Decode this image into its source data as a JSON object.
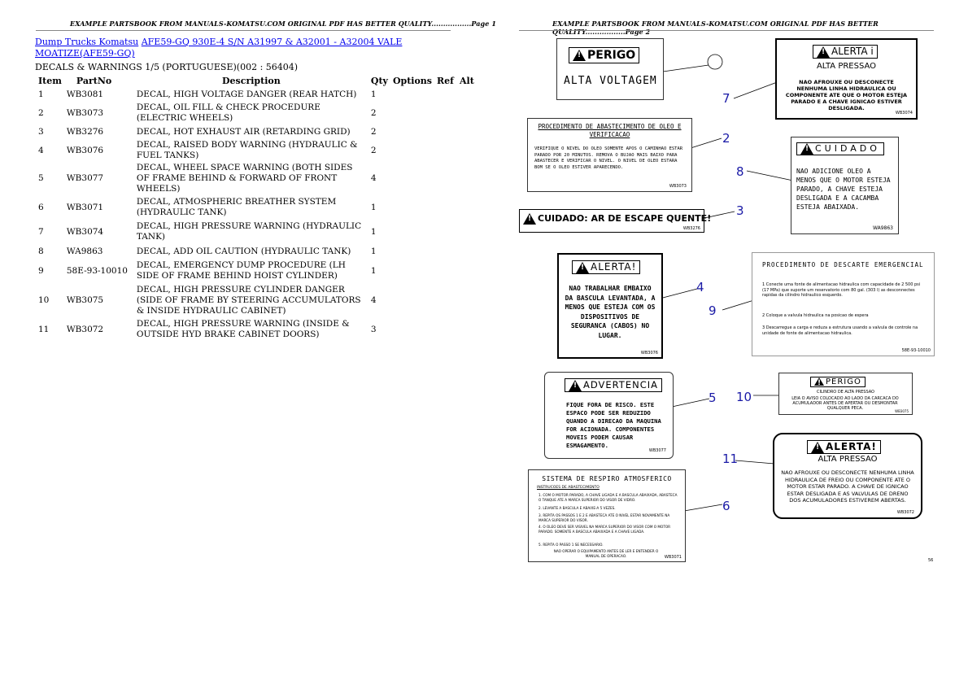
{
  "header_left": "EXAMPLE PARTSBOOK FROM MANUALS-KOMATSU.COM ORIGINAL PDF HAS BETTER QUALITY.................Page 1",
  "header_right": "EXAMPLE PARTSBOOK FROM MANUALS-KOMATSU.COM ORIGINAL PDF HAS BETTER QUALITY.................Page 2",
  "breadcrumb": {
    "link1": "Dump Trucks Komatsu",
    "link2": "AFE59-GQ 930E-4 S/N A31997 & A32001 - A32004 VALE MOATIZE(AFE59-GQ)"
  },
  "section_title": "DECALS & WARNINGS 1/5 (PORTUGUESE)(002 : 56404)",
  "table": {
    "headers": {
      "item": "Item",
      "part": "PartNo",
      "desc": "Description",
      "qty": "Qty",
      "opt": "Options",
      "ref": "Ref",
      "alt": "Alt"
    },
    "rows": [
      {
        "item": "1",
        "part": "WB3081",
        "desc": "DECAL, HIGH VOLTAGE DANGER (REAR HATCH)",
        "qty": "1"
      },
      {
        "item": "2",
        "part": "WB3073",
        "desc": "DECAL, OIL FILL & CHECK PROCEDURE (ELECTRIC WHEELS)",
        "qty": "2"
      },
      {
        "item": "3",
        "part": "WB3276",
        "desc": "DECAL, HOT EXHAUST AIR (RETARDING GRID)",
        "qty": "2"
      },
      {
        "item": "4",
        "part": "WB3076",
        "desc": "DECAL, RAISED BODY WARNING (HYDRAULIC & FUEL TANKS)",
        "qty": "2"
      },
      {
        "item": "5",
        "part": "WB3077",
        "desc": "DECAL, WHEEL SPACE WARNING (BOTH SIDES OF FRAME BEHIND & FORWARD OF FRONT WHEELS)",
        "qty": "4"
      },
      {
        "item": "6",
        "part": "WB3071",
        "desc": "DECAL, ATMOSPHERIC BREATHER SYSTEM (HYDRAULIC TANK)",
        "qty": "1"
      },
      {
        "item": "7",
        "part": "WB3074",
        "desc": "DECAL, HIGH PRESSURE WARNING (HYDRAULIC TANK)",
        "qty": "1"
      },
      {
        "item": "8",
        "part": "WA9863",
        "desc": "DECAL, ADD OIL CAUTION (HYDRAULIC TANK)",
        "qty": "1"
      },
      {
        "item": "9",
        "part": "58E-93-10010",
        "desc": "DECAL, EMERGENCY DUMP PROCEDURE (LH SIDE OF FRAME BEHIND HOIST CYLINDER)",
        "qty": "1"
      },
      {
        "item": "10",
        "part": "WB3075",
        "desc": "DECAL, HIGH PRESSURE CYLINDER DANGER (SIDE OF FRAME BY STEERING ACCUMULATORS & INSIDE HYDRAULIC CABINET)",
        "qty": "4"
      },
      {
        "item": "11",
        "part": "WB3072",
        "desc": "DECAL, HIGH PRESSURE WARNING (INSIDE & OUTSIDE HYD BRAKE CABINET DOORS)",
        "qty": "3"
      }
    ]
  },
  "drawing": {
    "d1": {
      "head": "PERIGO",
      "body": "ALTA VOLTAGEM"
    },
    "d7": {
      "head": "ALERTA",
      "sub": "ALTA PRESSAO",
      "body": "NAO AFROUXE OU DESCONECTE NENHUMA LINHA HIDRAULICA OU COMPONENTE ATE QUE O MOTOR ESTEJA PARADO E A CHAVE IGNICAO ESTIVER DESLIGADA.",
      "code": "WB3074"
    },
    "d2": {
      "head": "PROCEDIMENTO DE ABASTECIMENTO DE OLEO E VERIFICACAO",
      "body": "VERIFIQUE O NIVEL DO OLEO SOMENTE APOS O CAMINHAO ESTAR PARADO POR 20 MINUTOS. REMOVA O BUJAO MAIS BAIXO PARA ABASTECER E VERIFICAR O NIVEL. O NIVEL DE OLEO ESTARA BOM SE O OLEO ESTIVER APARECENDO.",
      "code": "WB3073"
    },
    "d8": {
      "head": "CUIDADO",
      "body": "NAO ADICIONE OLEO A MENOS QUE O MOTOR ESTEJA PARADO, A CHAVE ESTEJA DESLIGADA E A CACAMBA ESTEJA ABAIXADA.",
      "code": "WA9863"
    },
    "d3": {
      "head": "CUIDADO: AR DE ESCAPE QUENTE!",
      "code": "WB3276"
    },
    "d4": {
      "head": "ALERTA",
      "body": "NAO TRABALHAR EMBAIXO DA BASCULA LEVANTADA, A MENOS QUE ESTEJA COM OS DISPOSITIVOS DE SEGURANCA (CABOS) NO LUGAR.",
      "code": "WB3076"
    },
    "d9": {
      "head": "PROCEDIMENTO DE DESCARTE EMERGENCIAL",
      "step1": "1  Conecte uma fonte de alimentacao hidraulica com capacidade de 2 500 psi (17 MPa) que suporte um reservatorio com 80 gal. (303 l) as desconnectes rapidas da cilindro hidraulico esquerdo.",
      "step2": "2  Coloque a valvula hidraulica na posicao de espera",
      "step3": "3  Descarregue a carga e reduza a estrutura usando a valvula de controle na unidade de fonte de alimentacao hidraulica.",
      "code": "58E-93-10010"
    },
    "d5": {
      "head": "ADVERTENCIA",
      "body": "FIQUE FORA DE RISCO. ESTE ESPACO PODE SER REDUZIDO QUANDO A DIRECAO DA MAQUINA FOR ACIONADA. COMPONENTES MOVEIS PODEM CAUSAR ESMAGAMENTO.",
      "code": "WB3077"
    },
    "d10": {
      "head": "PERIGO",
      "sub": "CILINDRO DE ALTA PRESSAO",
      "body": "LEIA O AVISO COLOCADO AO LADO DA CARCACA DO ACUMULADOR ANTES DE APERTAR OU DESMONTAR QUALQUER PECA.",
      "code": "WB3075"
    },
    "d11": {
      "head": "ALERTA",
      "sub": "ALTA PRESSAO",
      "body": "NAO AFROUXE OU DESCONECTE NENHUMA LINHA HIDRAULICA DE FREIO OU COMPONENTE ATE O MOTOR ESTAR PARADO. A CHAVE DE IGNICAO ESTAR DESLIGADA E AS VALVULAS DE DRENO DOS ACUMULADORES ESTIVEREM ABERTAS.",
      "code": "WB3072"
    },
    "d6": {
      "head": "SISTEMA DE RESPIRO ATMOSFERICO",
      "sub": "INSTRUCOES DE ABASTECIMENTO",
      "s1": "1.  COM O MOTOR PARADO, A CHAVE LIGADA E A BASCULA ABAIXADA, ABASTECA O TANQUE ATE A MARCA SUPERIOR DO VISOR DE VIDRO.",
      "s2": "2.  LEVANTE A BASCULA E ABAIXE-A 5 VEZES.",
      "s3": "3.  REPITA OS PASSOS 1 E 2 E ABASTECA ATE O NIVEL ESTAR NOVAMENTE NA MARCA SUPERIOR DO VISOR.",
      "s4": "4.  O OLEO DEVE SER VISIVEL NA MARCA SUPERIOR DO VISOR COM O MOTOR PARADO. SOMENTE A BASCULA ABAIXADA E A CHAVE LIGADA.",
      "s5": "5.  REPITA O PASSO 1 SE NECESSARIO.",
      "foot": "NAO OPERAR O EQUIPAMENTO ANTES DE LER E ENTENDER O MANUAL DE OPERACAO.",
      "code": "WB3071"
    },
    "callouts": [
      "7",
      "2",
      "8",
      "3",
      "4",
      "9",
      "5",
      "10",
      "11",
      "6"
    ],
    "page_number": "56"
  }
}
